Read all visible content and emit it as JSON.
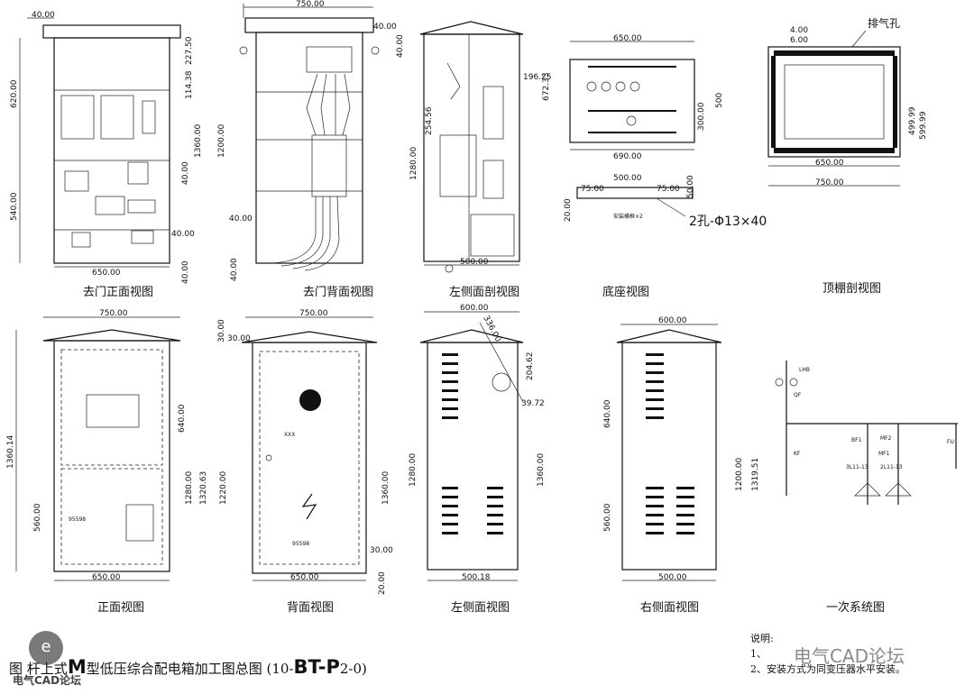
{
  "views": {
    "front_door": "去门正面视图",
    "back_door": "去门背面视图",
    "left_section": "左侧面剖视图",
    "base": "底座视图",
    "top_section": "顶棚剖视图",
    "front": "正面视图",
    "back": "背面视图",
    "left_side": "左侧面视图",
    "right_side": "右侧面视图",
    "single_line": "一次系统图"
  },
  "dims": {
    "d1": "40.00",
    "d2": "750.00",
    "d3": "40.00",
    "d4": "40.00",
    "d5": "620.00",
    "d6": "114.38",
    "d7": "227.50",
    "d8": "1360.00",
    "d9": "540.00",
    "d10": "650.00",
    "d11": "40.00",
    "d12": "1200.00",
    "d13": "40.00",
    "d14": "40.00",
    "d15": "196.25",
    "d16": "672.33",
    "d17": "254.56",
    "d18": "1280.00",
    "d19": "500.00",
    "d20": "650.00",
    "d21": "300.00",
    "d22": "500",
    "d23": "690.00",
    "d24": "500.00",
    "d25": "75.00",
    "d26": "75.00",
    "d27": "50.00",
    "d28": "20.00",
    "d29": "2孔-Φ13×40",
    "d30": "4.00",
    "d31": "6.00",
    "d32": "499.99",
    "d33": "599.99",
    "d34": "650.00",
    "d35": "750.00",
    "d36": "750.00",
    "d37": "1360.14",
    "d38": "640.00",
    "d39": "1320.63",
    "d40": "1280.00",
    "d41": "560.00",
    "d42": "650.00",
    "d43": "750.00",
    "d44": "30.00",
    "d45": "30.00",
    "d46": "1220.00",
    "d47": "1360.00",
    "d48": "30.00",
    "d49": "650.00",
    "d50": "20.00",
    "d51": "600.00",
    "d52": "336.00",
    "d53": "204.62",
    "d54": "39.72",
    "d55": "1280.00",
    "d56": "1360.00",
    "d57": "500.18",
    "d58": "600.00",
    "d59": "640.00",
    "d60": "560.00",
    "d61": "1200.00",
    "d62": "1319.51",
    "d63": "500.00"
  },
  "labels": {
    "vent": "排气孔",
    "lhb": "LHB",
    "qf": "QF",
    "mf1": "MF1",
    "mf2": "MF2",
    "bf1": "BF1",
    "sl1": "3L11-13",
    "sl2": "2L11-13",
    "kf": "KF",
    "fu": "FU",
    "mount": "安装横框×2",
    "phone": "95598",
    "xxx": "XXX"
  },
  "title": {
    "prefix": "图",
    "body": "杆上式",
    "big": "M",
    "rest": "型低压综合配电箱加工图总图",
    "code_a": "(10-",
    "code_b": "BT-P",
    "code_c": "2-0)"
  },
  "notes": {
    "head": "说明:",
    "n1": "1、",
    "n2": "2、安装方式为同变压器水平安装。"
  },
  "watermark": {
    "main": "电气CAD论坛",
    "small": "电气CAD论坛",
    "logo": "e"
  }
}
